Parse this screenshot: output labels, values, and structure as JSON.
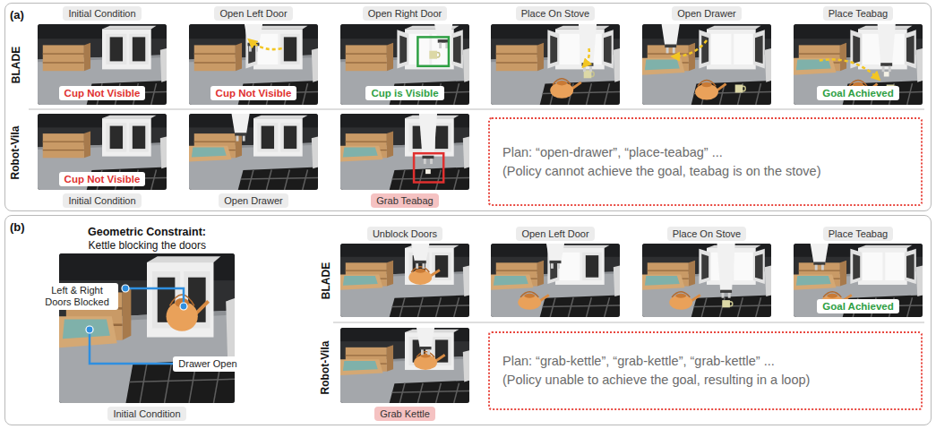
{
  "diagram": {
    "nodes": [
      {
        "text": [
          "(a)"
        ]
      },
      {
        "text": [
          "Initial Condition"
        ],
        "in": 0
      },
      {
        "text": [
          "Open Left Door"
        ],
        "in": 0
      },
      {
        "text": [
          "Open Right Door"
        ],
        "in": 0
      },
      {
        "text": [
          "Place On Stove"
        ],
        "in": 0
      },
      {
        "text": [
          "Open Drawer"
        ],
        "in": 0
      },
      {
        "text": [
          "Place Teabag"
        ],
        "in": 0
      },
      {
        "text": [
          "Cup Not Visible"
        ],
        "in": 0
      },
      {
        "text": [
          "Cup Not Visible"
        ],
        "in": 0
      },
      {
        "text": [
          "Cup is Visible"
        ],
        "in": 0
      },
      {
        "text": [
          "Goal Achieved"
        ],
        "in": 0
      },
      {
        "text": [
          "Cup Not Visible"
        ],
        "in": 0
      },
      {
        "text": [
          "Initial Condition"
        ],
        "in": 0
      },
      {
        "text": [
          "Open Drawer"
        ],
        "in": 0
      },
      {
        "text": [
          "Grab Teabag"
        ],
        "in": 0
      },
      {
        "text": [
          "Plan: “open-drawer”, “place-teabag” ...",
          "(Policy cannot achieve the goal, teabag is on the stove)"
        ],
        "in": 0
      },
      {
        "text": [
          "(b)"
        ]
      },
      {
        "text": [
          "Left & Right Doors Blocked"
        ],
        "in": 16
      },
      {
        "text": [
          "Drawer Open"
        ],
        "in": 16
      },
      {
        "text": [
          "Initial Condition"
        ],
        "in": 16
      },
      {
        "text": [
          "Unblock Doors"
        ],
        "in": 16
      },
      {
        "text": [
          "Open Left Door"
        ],
        "in": 16
      },
      {
        "text": [
          "Place On Stove"
        ],
        "in": 16
      },
      {
        "text": [
          "Place Teabag"
        ],
        "in": 16
      },
      {
        "text": [
          "Goal Achieved"
        ],
        "in": 16
      },
      {
        "text": [
          "Grab Kettle"
        ],
        "in": 16
      },
      {
        "text": [
          "Plan: “grab-kettle”, “grab-kettle”, “grab-kettle” ...",
          "(Policy unable to achieve the goal, resulting in a loop)"
        ],
        "in": 16
      }
    ],
    "labels": [
      "BLADE",
      "Robot-Vila",
      "Geometric Constraint:",
      "Kettle blocking the doors",
      "BLADE",
      "Robot-Vila"
    ]
  }
}
